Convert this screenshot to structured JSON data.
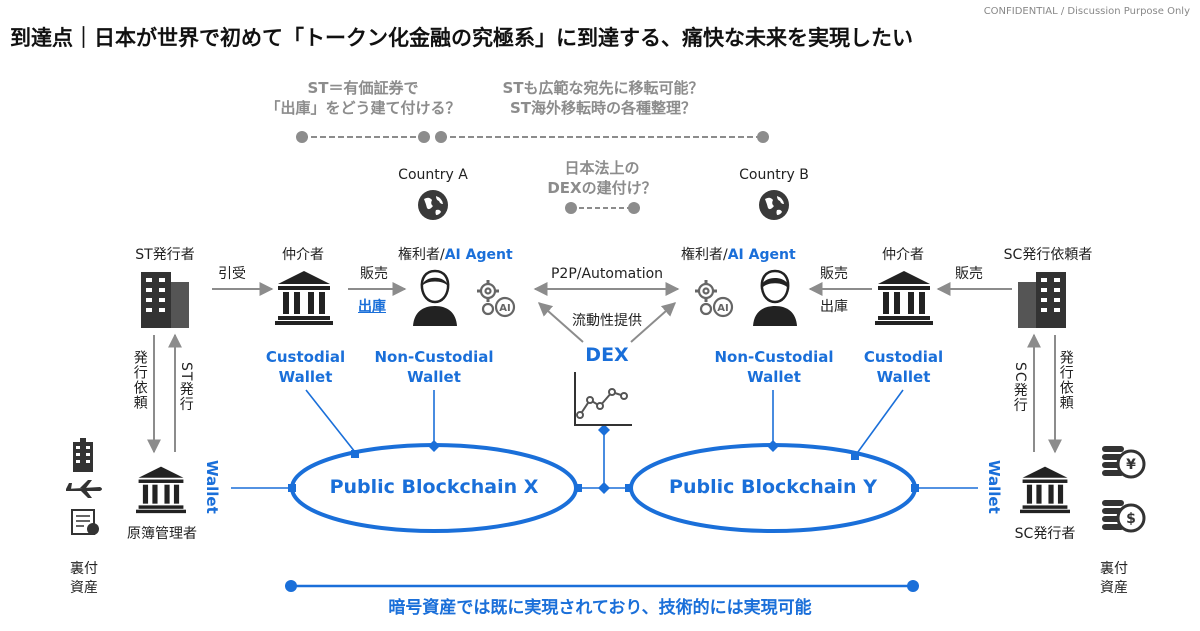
{
  "header": {
    "confidential": "CONFIDENTIAL / Discussion Purpose Only",
    "title": "到達点｜日本が世界で初めて「トークン化金融の究極系」に到達する、痛快な未来を実現したい"
  },
  "questions": {
    "q1_line1": "ST＝有価証券で",
    "q1_line2": "「出庫」をどう建て付ける？",
    "q2_line1": "STも広範な宛先に移転可能？",
    "q2_line2": "ST海外移転時の各種整理？",
    "q3_line1": "日本法上の",
    "q3_line2": "DEXの建付け？"
  },
  "countries": {
    "a": "Country A",
    "b": "Country B"
  },
  "left": {
    "st_issuer": "ST発行者",
    "intermediary": "仲介者",
    "rights_holder": "権利者/",
    "ai_agent": "AI Agent",
    "arrow_hikiuke": "引受",
    "arrow_hanbai": "販売",
    "arrow_shukko": "出庫",
    "custodial_l1": "Custodial",
    "custodial_l2": "Wallet",
    "noncustodial_l1": "Non-Custodial",
    "noncustodial_l2": "Wallet",
    "vertical_request": "発行依頼",
    "vertical_st_issue": "ST発行",
    "registry_manager": "原簿管理者",
    "wallet": "Wallet",
    "backing_l1": "裏付",
    "backing_l2": "資産"
  },
  "center": {
    "p2p": "P2P/Automation",
    "liquidity": "流動性提供",
    "dex": "DEX",
    "chain_x": "Public Blockchain X",
    "chain_y": "Public Blockchain Y"
  },
  "right": {
    "sc_requester": "SC発行依頼者",
    "intermediary": "仲介者",
    "rights_holder": "権利者/",
    "ai_agent": "AI Agent",
    "arrow_hanbai1": "販売",
    "arrow_hanbai2": "販売",
    "arrow_shukko": "出庫",
    "custodial_l1": "Custodial",
    "custodial_l2": "Wallet",
    "noncustodial_l1": "Non-Custodial",
    "noncustodial_l2": "Wallet",
    "vertical_sc_issue": "SC発行",
    "vertical_request": "発行依頼",
    "sc_issuer": "SC発行者",
    "wallet": "Wallet",
    "backing_l1": "裏付",
    "backing_l2": "資産"
  },
  "footer": {
    "bottom_text": "暗号資産では既に実現されており、技術的には実現可能"
  },
  "colors": {
    "accent": "#1a6fd9",
    "gray": "#8c8c8c",
    "dark": "#222222"
  },
  "icons": [
    "globe-icon",
    "building-icon",
    "bank-icon",
    "person-icon",
    "ai-gear-icon",
    "chart-icon",
    "skyscraper-icon",
    "airplane-icon",
    "document-icon",
    "coin-yen-icon",
    "coin-dollar-icon"
  ]
}
